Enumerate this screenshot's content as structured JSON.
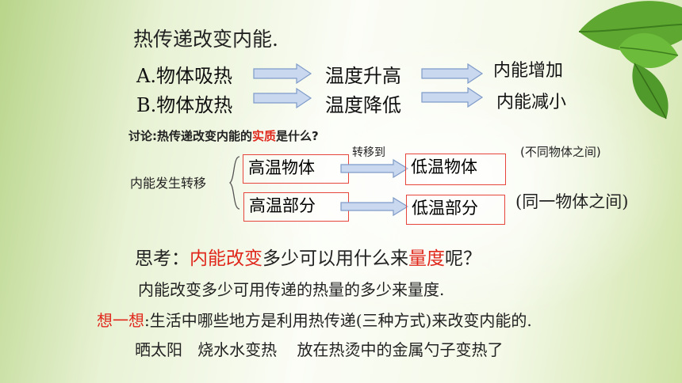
{
  "title": "热传递改变内能.",
  "rows": [
    {
      "label": "A.物体吸热",
      "middle": "温度升高",
      "result": "内能增加"
    },
    {
      "label": "B.物体放热",
      "middle": "温度降低",
      "result": "内能减小"
    }
  ],
  "discussion": {
    "prefix": "讨论:热传递改变内能的",
    "highlight": "实质",
    "suffix": "是什么?"
  },
  "transfer": {
    "label": "内能发生转移",
    "arrow_label": "转移到",
    "pairs": [
      {
        "from": "高温物体",
        "to": "低温物体",
        "note": "(不同物体之间)"
      },
      {
        "from": "高温部分",
        "to": "低温部分",
        "note": "(同一物体之间)"
      }
    ]
  },
  "think": {
    "prefix": "思考：",
    "highlight1": "内能改变",
    "middle": "多少可以用什么来",
    "highlight2": "量度",
    "suffix": "呢？"
  },
  "answer": "内能改变多少可用传递的热量的多少来量度.",
  "consider": {
    "highlight": "想一想",
    "text": ":生活中哪些地方是利用热传递(三种方式)来改变内能的."
  },
  "examples": "晒太阳   烧水水变热    放在热烫中的金属勺子变热了",
  "colors": {
    "accent_red": "#e0281d",
    "box_border": "#e6453b",
    "arrow_fill": "#c9d8ef",
    "arrow_stroke": "#7f9bc9"
  }
}
